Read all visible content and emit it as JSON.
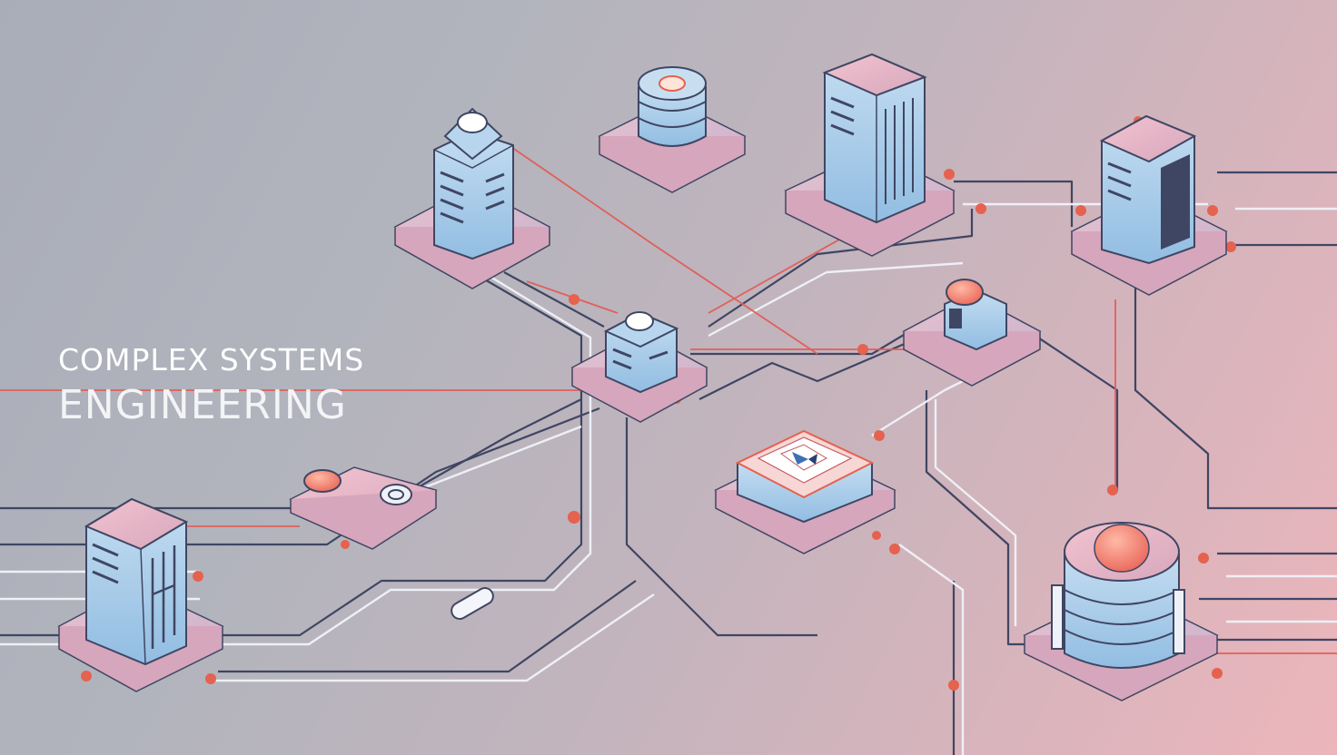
{
  "headline": {
    "line1": "COMPLEX SYSTEMS",
    "line2": "ENGINEERING"
  },
  "colors": {
    "background_left": "#a9adb8",
    "background_right": "#ecb6bb",
    "wire": "#3f4663",
    "wire_accent": "#e0605a",
    "node_blue": "#a9cdea",
    "node_pink": "#eab7c6",
    "connector": "#e5624f",
    "text": "#ffffff"
  },
  "illustration": {
    "subject": "isometric network of servers, storage nodes and connectors",
    "nodes": [
      {
        "name": "server-tower-top-left",
        "icon": "server-tower-icon"
      },
      {
        "name": "database-stack-top",
        "icon": "database-icon"
      },
      {
        "name": "server-tower-top-center",
        "icon": "server-tower-icon"
      },
      {
        "name": "server-tower-top-right",
        "icon": "server-tower-icon"
      },
      {
        "name": "hub-cube-center",
        "icon": "hub-icon"
      },
      {
        "name": "router-node-right",
        "icon": "router-icon"
      },
      {
        "name": "processor-chip-center",
        "icon": "chip-icon"
      },
      {
        "name": "sensor-pad-left",
        "icon": "sensor-icon"
      },
      {
        "name": "server-tower-bottom-left",
        "icon": "server-tower-icon"
      },
      {
        "name": "storage-cylinder-bottom-right",
        "icon": "storage-icon"
      }
    ]
  }
}
